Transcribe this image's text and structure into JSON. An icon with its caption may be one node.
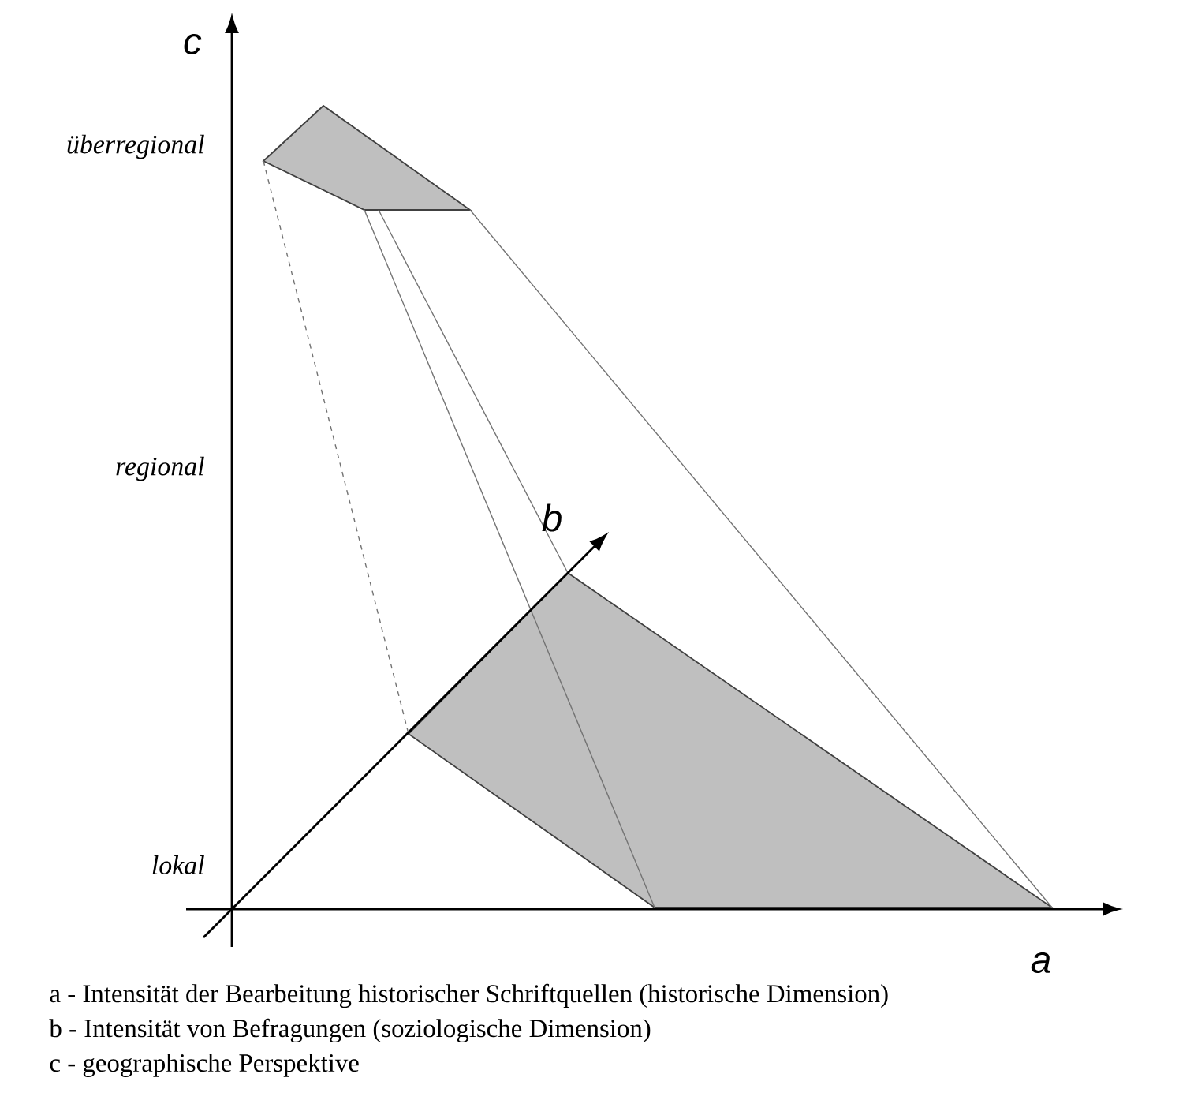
{
  "diagram": {
    "labels": [
      "c",
      "überregional",
      "regional",
      "b",
      "lokal",
      "a",
      "a - Intensität der Bearbeitung historischer Schriftquellen (historische Dimension)",
      "b - Intensität von Befragungen (soziologische Dimension)",
      "c - geographische Perspektive"
    ]
  }
}
